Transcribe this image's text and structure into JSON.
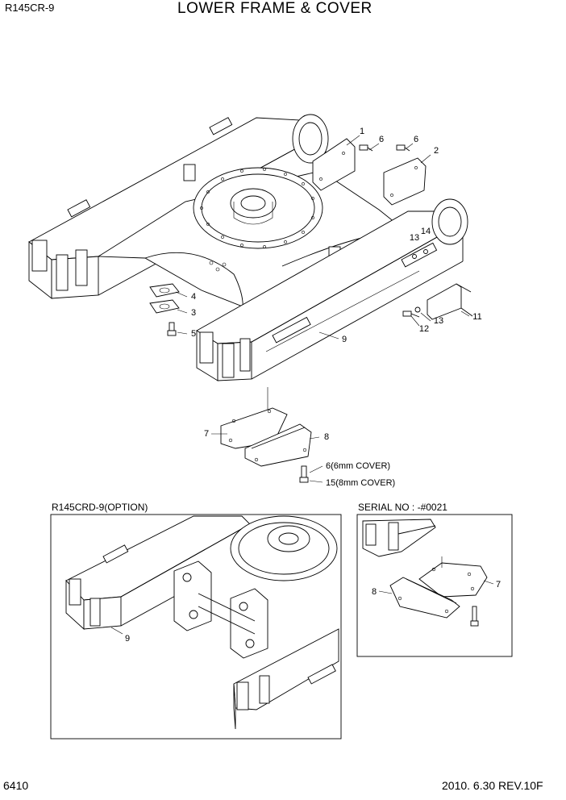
{
  "header": {
    "model": "R145CR-9",
    "title": "LOWER FRAME & COVER"
  },
  "footer": {
    "page_number": "6410",
    "date_rev": "2010. 6.30  REV.10F"
  },
  "callouts": {
    "c1": "1",
    "c2": "2",
    "c3": "3",
    "c4": "4",
    "c5": "5",
    "c6a": "6",
    "c6b": "6",
    "c7": "7",
    "c8": "8",
    "c9": "9",
    "c11": "11",
    "c12": "12",
    "c13a": "13",
    "c13b": "13",
    "c14": "14",
    "bolt_6": "6(6mm COVER)",
    "bolt_15": "15(8mm COVER)"
  },
  "option_view": {
    "caption": "R145CRD-9(OPTION)",
    "c9": "9"
  },
  "serial_view": {
    "caption": "SERIAL NO : -#0021",
    "c7": "7",
    "c8": "8"
  }
}
